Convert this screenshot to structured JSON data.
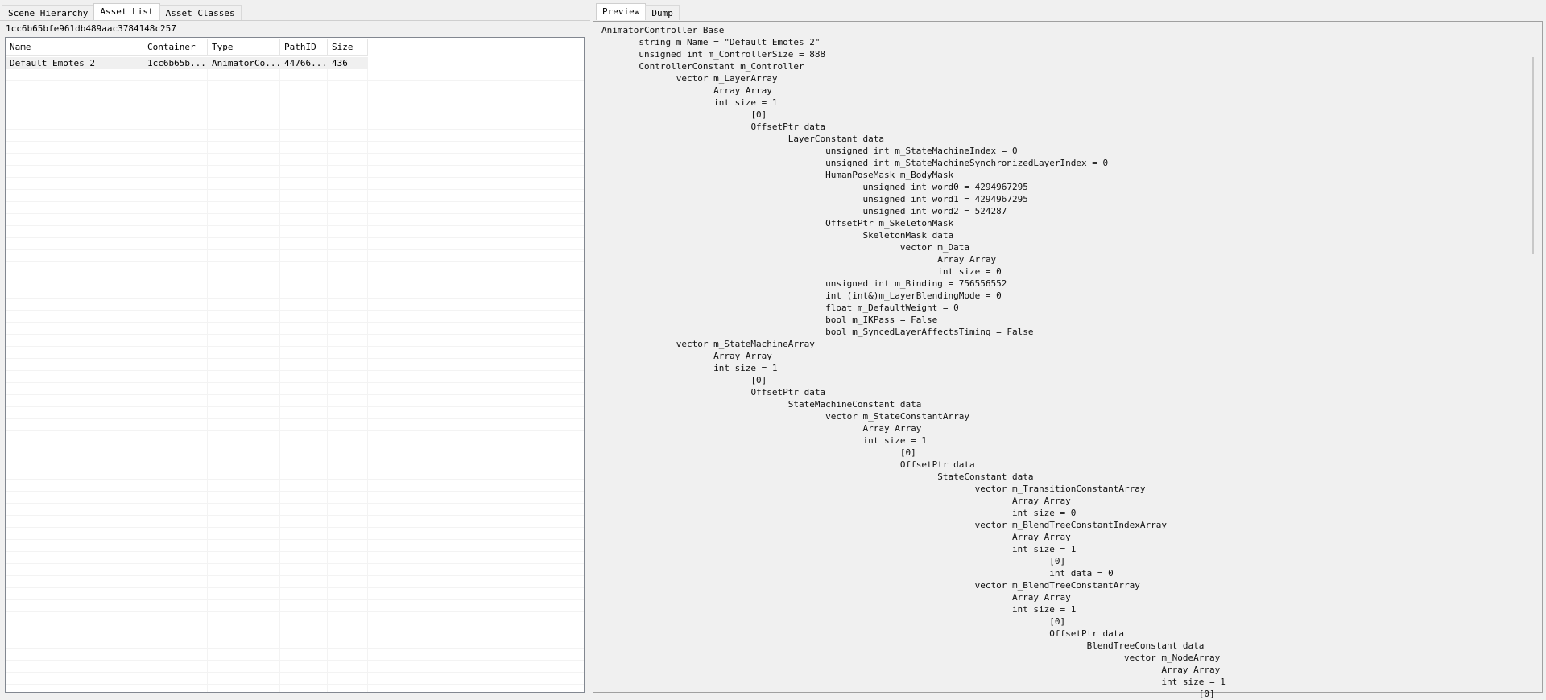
{
  "left_panel": {
    "tabs": [
      {
        "label": "Scene Hierarchy",
        "active": false
      },
      {
        "label": "Asset List",
        "active": true
      },
      {
        "label": "Asset Classes",
        "active": false
      }
    ],
    "path_text": "1cc6b65bfe961db489aac3784148c257",
    "asset_table": {
      "columns": [
        "Name",
        "Container",
        "Type",
        "PathID",
        "Size"
      ],
      "rows": [
        {
          "name": "Default_Emotes_2",
          "container": "1cc6b65b...",
          "type": "AnimatorCo...",
          "path_id": "44766...",
          "size": "436"
        }
      ]
    }
  },
  "right_panel": {
    "tabs": [
      {
        "label": "Preview",
        "active": true
      },
      {
        "label": "Dump",
        "active": false
      }
    ],
    "dump_before_caret": "AnimatorController Base\n\tstring m_Name = \"Default_Emotes_2\"\n\tunsigned int m_ControllerSize = 888\n\tControllerConstant m_Controller\n\t\tvector m_LayerArray\n\t\t\tArray Array\n\t\t\tint size = 1\n\t\t\t\t[0]\n\t\t\t\tOffsetPtr data\n\t\t\t\t\tLayerConstant data\n\t\t\t\t\t\tunsigned int m_StateMachineIndex = 0\n\t\t\t\t\t\tunsigned int m_StateMachineSynchronizedLayerIndex = 0\n\t\t\t\t\t\tHumanPoseMask m_BodyMask\n\t\t\t\t\t\t\tunsigned int word0 = 4294967295\n\t\t\t\t\t\t\tunsigned int word1 = 4294967295\n\t\t\t\t\t\t\tunsigned int word2 = 524287",
    "dump_after_caret": "\n\t\t\t\t\t\tOffsetPtr m_SkeletonMask\n\t\t\t\t\t\t\tSkeletonMask data\n\t\t\t\t\t\t\t\tvector m_Data\n\t\t\t\t\t\t\t\t\tArray Array\n\t\t\t\t\t\t\t\t\tint size = 0\n\t\t\t\t\t\tunsigned int m_Binding = 756556552\n\t\t\t\t\t\tint (int&)m_LayerBlendingMode = 0\n\t\t\t\t\t\tfloat m_DefaultWeight = 0\n\t\t\t\t\t\tbool m_IKPass = False\n\t\t\t\t\t\tbool m_SyncedLayerAffectsTiming = False\n\t\tvector m_StateMachineArray\n\t\t\tArray Array\n\t\t\tint size = 1\n\t\t\t\t[0]\n\t\t\t\tOffsetPtr data\n\t\t\t\t\tStateMachineConstant data\n\t\t\t\t\t\tvector m_StateConstantArray\n\t\t\t\t\t\t\tArray Array\n\t\t\t\t\t\t\tint size = 1\n\t\t\t\t\t\t\t\t[0]\n\t\t\t\t\t\t\t\tOffsetPtr data\n\t\t\t\t\t\t\t\t\tStateConstant data\n\t\t\t\t\t\t\t\t\t\tvector m_TransitionConstantArray\n\t\t\t\t\t\t\t\t\t\t\tArray Array\n\t\t\t\t\t\t\t\t\t\t\tint size = 0\n\t\t\t\t\t\t\t\t\t\tvector m_BlendTreeConstantIndexArray\n\t\t\t\t\t\t\t\t\t\t\tArray Array\n\t\t\t\t\t\t\t\t\t\t\tint size = 1\n\t\t\t\t\t\t\t\t\t\t\t\t[0]\n\t\t\t\t\t\t\t\t\t\t\t\tint data = 0\n\t\t\t\t\t\t\t\t\t\tvector m_BlendTreeConstantArray\n\t\t\t\t\t\t\t\t\t\t\tArray Array\n\t\t\t\t\t\t\t\t\t\t\tint size = 1\n\t\t\t\t\t\t\t\t\t\t\t\t[0]\n\t\t\t\t\t\t\t\t\t\t\t\tOffsetPtr data\n\t\t\t\t\t\t\t\t\t\t\t\t\tBlendTreeConstant data\n\t\t\t\t\t\t\t\t\t\t\t\t\t\tvector m_NodeArray\n\t\t\t\t\t\t\t\t\t\t\t\t\t\t\tArray Array\n\t\t\t\t\t\t\t\t\t\t\t\t\t\t\tint size = 1\n\t\t\t\t\t\t\t\t\t\t\t\t\t\t\t\t[0]"
  }
}
